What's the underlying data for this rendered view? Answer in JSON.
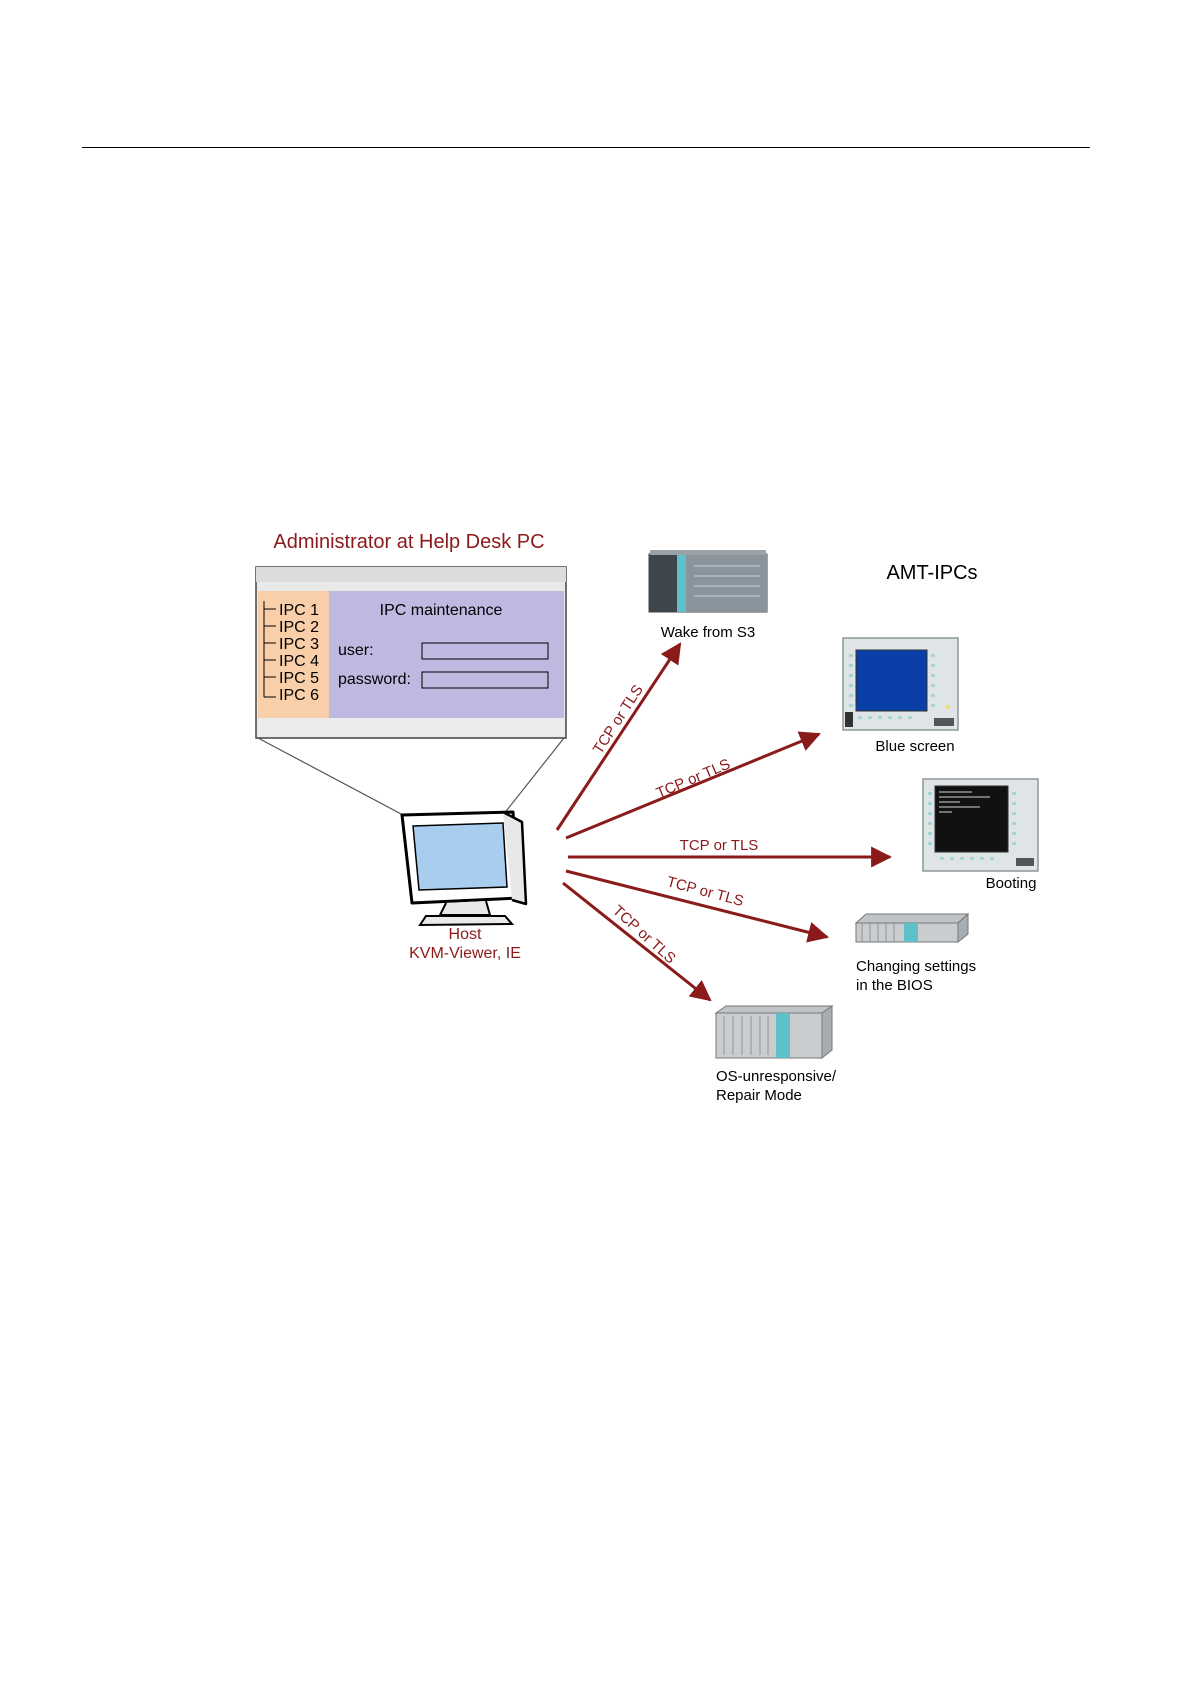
{
  "heading": {
    "admin_title": "Administrator at Help Desk PC",
    "amt_title": "AMT-IPCs"
  },
  "window": {
    "tree_items": [
      "IPC 1",
      "IPC 2",
      "IPC 3",
      "IPC 4",
      "IPC 5",
      "IPC 6"
    ],
    "form_title": "IPC maintenance",
    "user_label": "user:",
    "password_label": "password:",
    "user_value": "",
    "password_value": ""
  },
  "host": {
    "label_line1": "Host",
    "label_line2": "KVM-Viewer, IE"
  },
  "connections": [
    {
      "label": "TCP or TLS",
      "target": "Wake from S3"
    },
    {
      "label": "TCP or TLS",
      "target": "Blue screen"
    },
    {
      "label": "TCP or TLS",
      "target": "Booting"
    },
    {
      "label": "TCP or TLS",
      "target": "Changing settings in the BIOS"
    },
    {
      "label": "TCP or TLS",
      "target": "OS-unresponsive/ Repair Mode"
    }
  ],
  "devices": {
    "wake": "Wake from S3",
    "blue": "Blue screen",
    "booting": "Booting",
    "bios_line1": "Changing settings",
    "bios_line2": "in the BIOS",
    "os_line1": "OS-unresponsive/",
    "os_line2": "Repair Mode"
  },
  "colors": {
    "accent": "#8b1a1a",
    "tree_panel": "#f9cfa9",
    "form_panel": "#bdb9e0",
    "screen_blue": "#0a3fa8",
    "host_screen": "#a9cdef"
  }
}
